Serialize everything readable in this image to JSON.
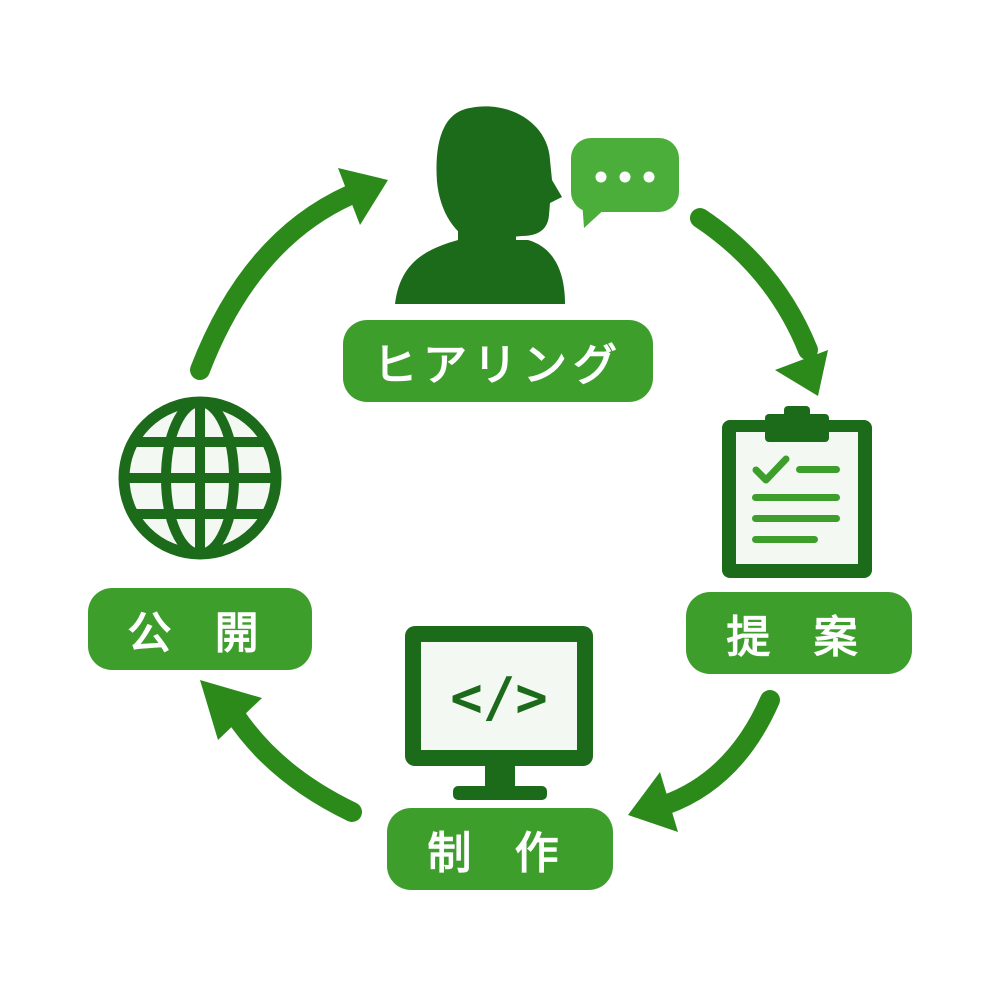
{
  "colors": {
    "dark_green": "#1b6b1b",
    "arrow_green": "#2b8a1a",
    "label_green": "#3e9e2c",
    "bubble_green": "#4cae3a",
    "panel_fill": "#f3f8f2",
    "white": "#ffffff"
  },
  "steps": [
    {
      "id": "hearing",
      "label": "ヒアリング",
      "icon": "person-speech-icon"
    },
    {
      "id": "proposal",
      "label": "提 案",
      "icon": "clipboard-checklist-icon"
    },
    {
      "id": "production",
      "label": "制 作",
      "icon": "monitor-code-icon"
    },
    {
      "id": "publish",
      "label": "公 開",
      "icon": "globe-icon"
    }
  ],
  "code_symbol": "</>"
}
